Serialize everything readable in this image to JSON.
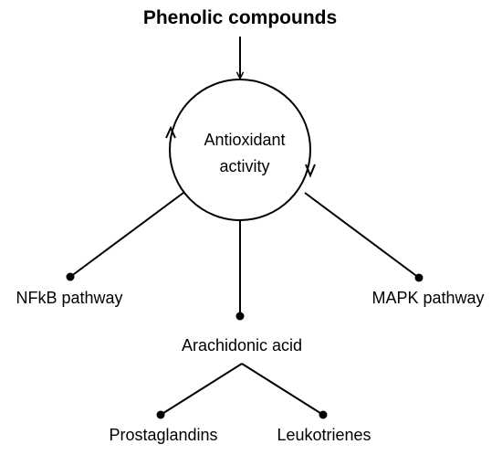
{
  "diagram": {
    "title": "Phenolic compounds",
    "center": {
      "line1": "Antioxidant",
      "line2": "activity"
    },
    "nodes": {
      "nfkb": "NFkB pathway",
      "arachidonic": "Arachidonic acid",
      "mapk": "MAPK pathway",
      "prostaglandins": "Prostaglandins",
      "leukotrienes": "Leukotrienes"
    }
  }
}
